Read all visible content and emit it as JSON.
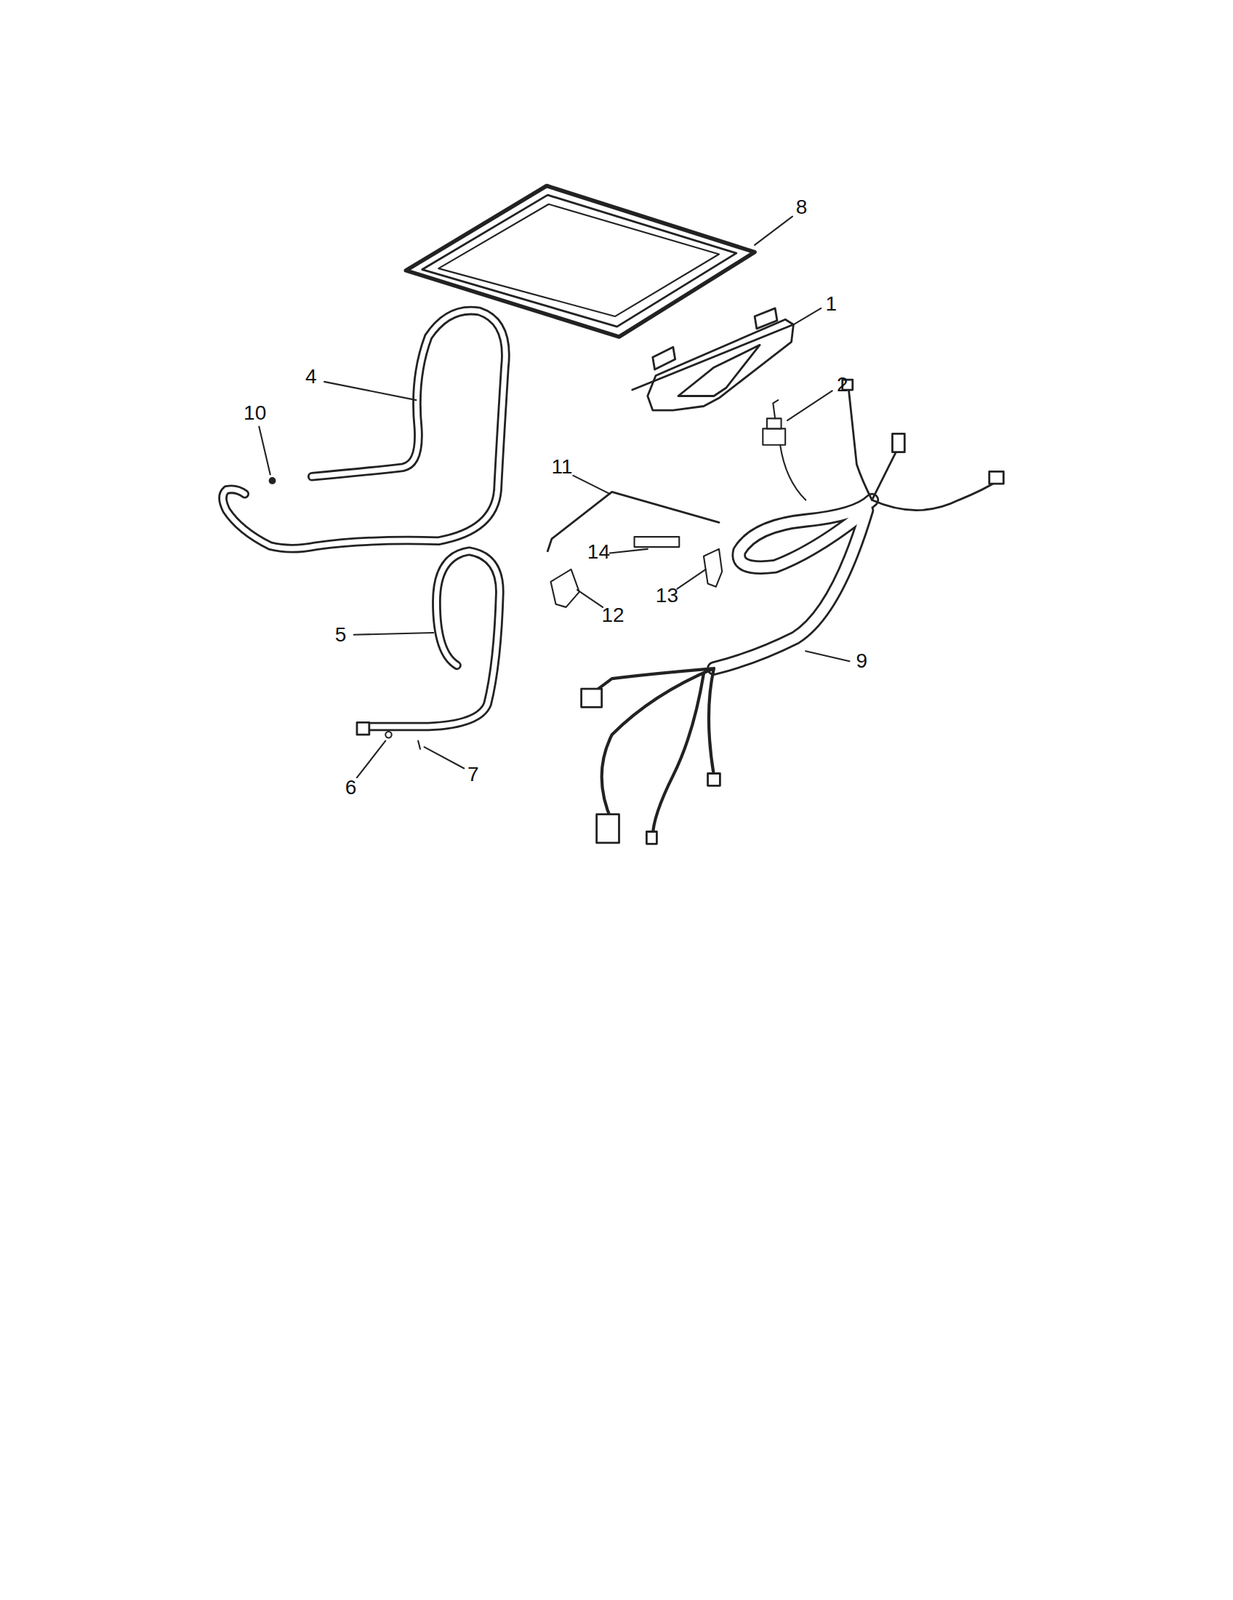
{
  "diagram": {
    "labels": [
      "8",
      "1",
      "2",
      "4",
      "10",
      "11",
      "14",
      "13",
      "12",
      "5",
      "9",
      "6",
      "7"
    ]
  }
}
